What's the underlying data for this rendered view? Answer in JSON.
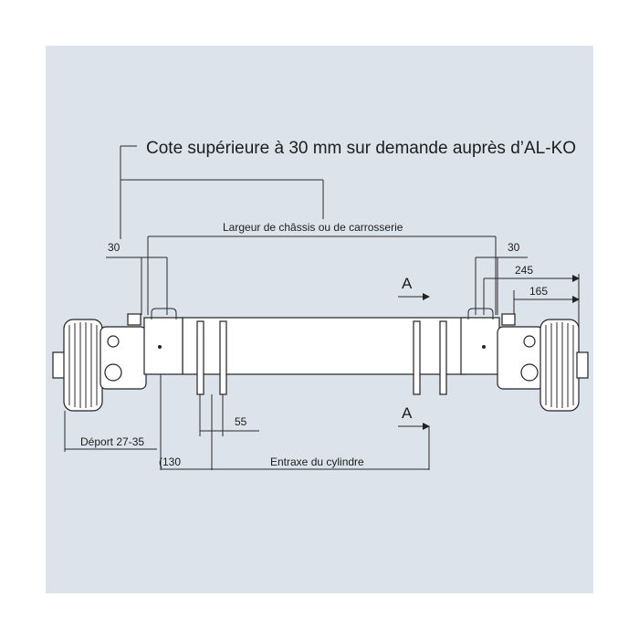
{
  "diagram": {
    "note": "Cote supérieure à 30 mm sur demande auprès d’AL-KO",
    "frame_width": "Largeur de châssis ou de carrosserie",
    "dim_30_left": "30",
    "dim_30_right": "30",
    "dim_245": "245",
    "dim_165": "165",
    "dim_55": "55",
    "dim_130": "(130",
    "offset": "Déport 27-35",
    "cylinder_spacing": "Entraxe du cylindre",
    "section_top": "A",
    "section_bottom": "A"
  }
}
